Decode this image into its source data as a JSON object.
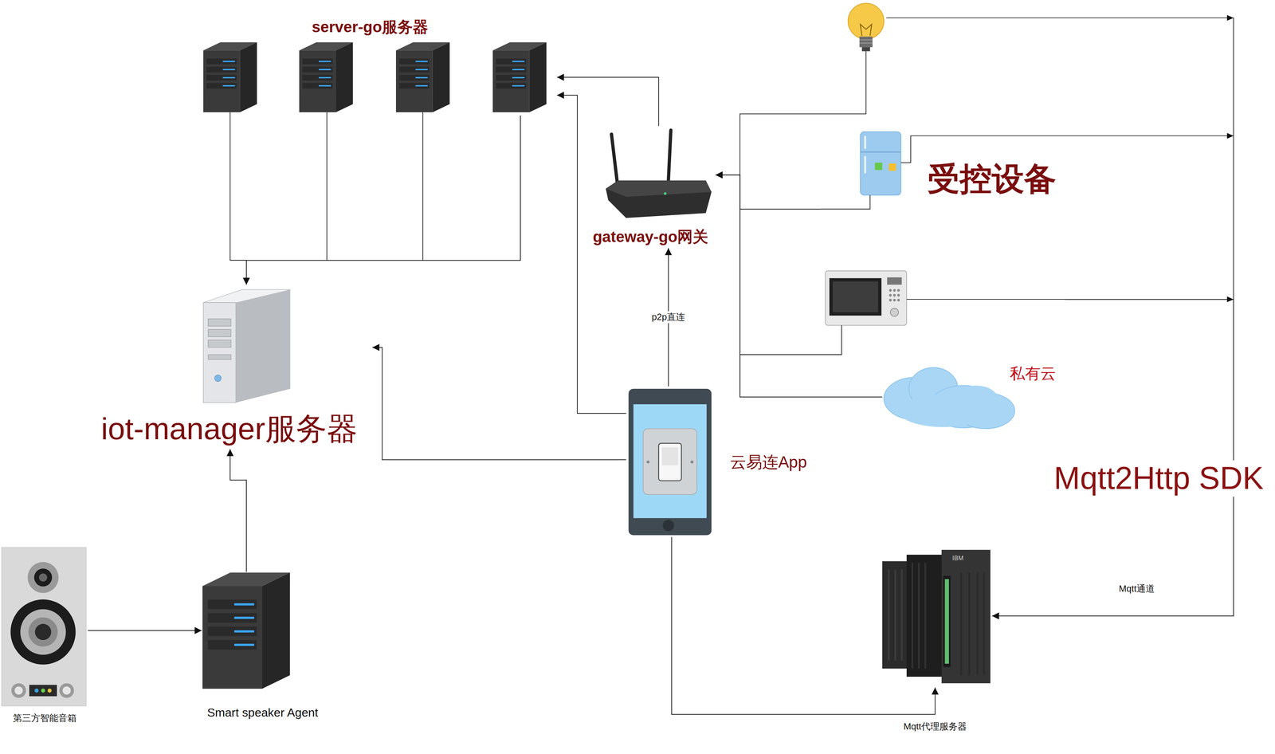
{
  "diagram": {
    "nodes": [
      {
        "text": [
          "server-go服务器"
        ]
      },
      {
        "text": [
          "iot-manager服务器"
        ]
      },
      {
        "text": [
          "gateway-go网关"
        ]
      },
      {
        "text": [
          "受控设备"
        ]
      },
      {
        "text": [
          "私有云"
        ]
      },
      {
        "text": [
          "云易连App"
        ]
      },
      {
        "text": [
          "Mqtt代理服务器"
        ]
      },
      {
        "text": [
          "第三方智能音箱"
        ]
      },
      {
        "text": [
          "Smart speaker Agent"
        ]
      }
    ],
    "edges": [
      {
        "from": 0,
        "to": 1,
        "arrow": "to"
      },
      {
        "from": 2,
        "to": 0,
        "arrow": "to"
      },
      {
        "from": 5,
        "to": 0,
        "arrow": "to"
      },
      {
        "from": 5,
        "to": 1,
        "arrow": "to"
      },
      {
        "from": 5,
        "to": 2,
        "label": "p2p直连",
        "arrow": "to"
      },
      {
        "from": 3,
        "to": 2,
        "arrow": "to"
      },
      {
        "from": 4,
        "to": 2,
        "arrow": "to"
      },
      {
        "from": 5,
        "to": 6,
        "arrow": "to"
      },
      {
        "from": 3,
        "to": 6,
        "label": "Mqtt通道",
        "arrow": "to"
      },
      {
        "from": 7,
        "to": 8,
        "arrow": "to"
      },
      {
        "from": 8,
        "to": 1,
        "arrow": "to"
      }
    ],
    "labels": [
      "Mqtt2Http SDK",
      "IBM"
    ]
  }
}
